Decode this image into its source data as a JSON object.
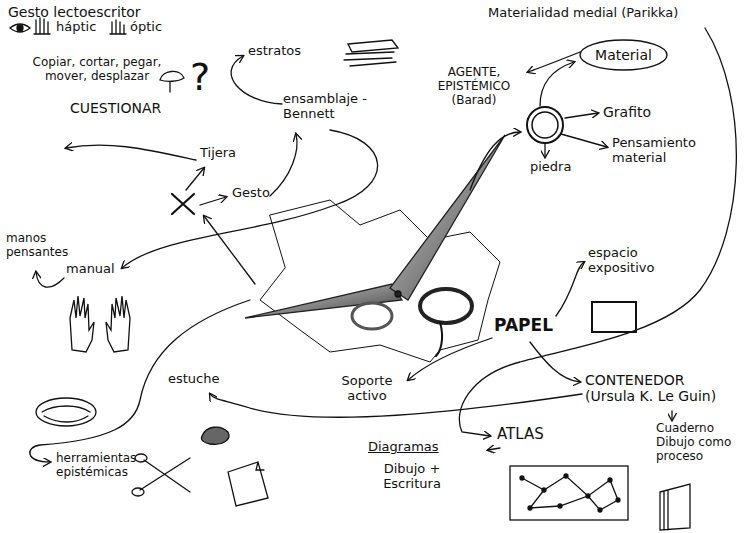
{
  "diagram": {
    "nodes": [
      {
        "text": [
          "Material"
        ]
      }
    ],
    "labels": [
      "Gesto lectoescritor",
      "háptic",
      "óptic",
      "Copiar, cortar, pegar, mover, desplazar",
      "CUESTIONAR",
      "?",
      "estratos",
      "ensamblaje - Bennett",
      "Tijera",
      "Gesto",
      "manos pensantes",
      "manual",
      "Materialidad medial (Parikka)",
      "AGENTE, EPISTÉMICO (Barad)",
      "Grafito",
      "Pensamiento material",
      "piedra",
      "espacio expositivo",
      "PAPEL",
      "Soporte activo",
      "estuche",
      "CONTENEDOR (Ursula K. Le Guin)",
      "ATLAS",
      "Cuaderno Dibujo como proceso",
      "herramientas epistémicas",
      "Diagramas",
      "Dibujo + Escritura"
    ]
  }
}
